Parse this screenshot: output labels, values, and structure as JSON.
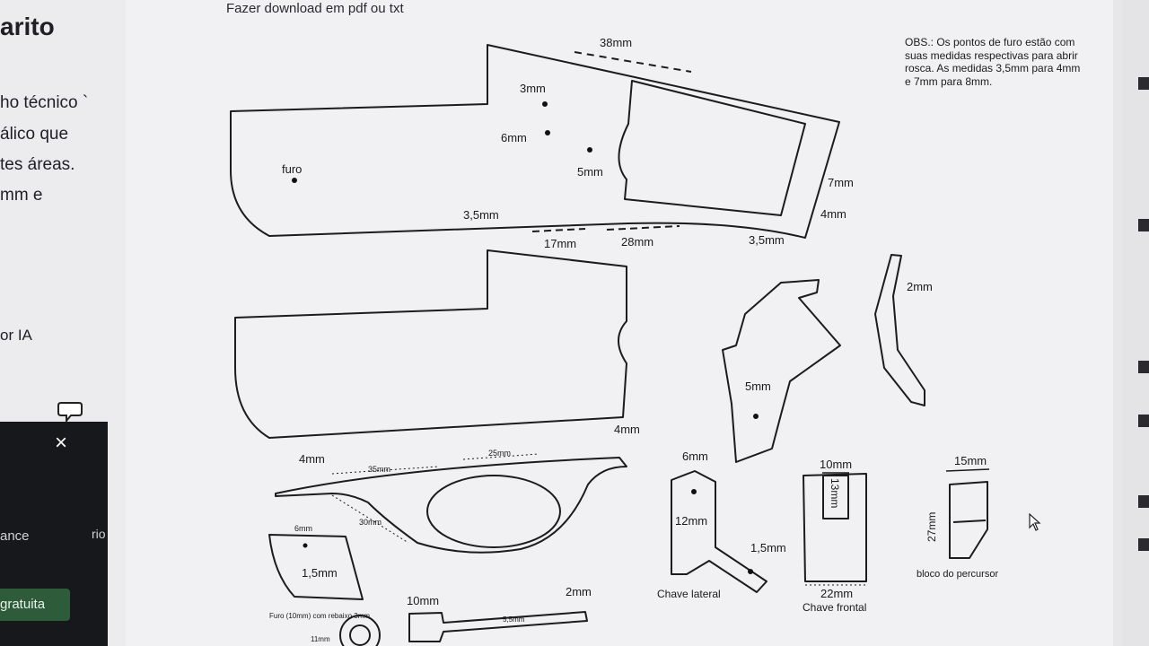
{
  "sidebar": {
    "title": "arito",
    "lines": [
      "ho técnico `",
      "álico que",
      "tes áreas.",
      "mm e"
    ],
    "ia_text": "or IA"
  },
  "popup": {
    "close": "×",
    "text1": "ance",
    "text2": "rio",
    "button": "gratuita"
  },
  "document": {
    "header": "Fazer download em pdf ou txt",
    "obs": "OBS.: Os pontos de furo estão com suas medidas respectivas para abrir rosca. As medidas 3,5mm para 4mm e 7mm para 8mm."
  },
  "labels": {
    "m38": "38mm",
    "m3": "3mm",
    "m6": "6mm",
    "m5": "5mm",
    "furo": "furo",
    "m7": "7mm",
    "m4": "4mm",
    "m35a": "3,5mm",
    "m17": "17mm",
    "m28": "28mm",
    "m35b": "3,5mm",
    "m2": "2mm",
    "m5b": "5mm",
    "m4a": "4mm",
    "m4b": "4mm",
    "m35small": "35mm",
    "m25small": "25mm",
    "m30small": "30mm",
    "m6small": "6mm",
    "m15a": "1,5mm",
    "m6c": "6mm",
    "m12": "12mm",
    "m15b": "1,5mm",
    "chave_lateral": "Chave lateral",
    "m10": "10mm",
    "m13": "13mm",
    "m22": "22mm",
    "chave_frontal": "Chave frontal",
    "m15c": "15mm",
    "m27": "27mm",
    "bloco": "bloco do percursor",
    "furo_note": "Furo (10mm) com rebaixo 3mm",
    "m11": "11mm",
    "m10b": "10mm",
    "m2b": "2mm",
    "m55": "5,5mm"
  },
  "colors": {
    "background": "#e7e6e9",
    "page": "#f1f1f4",
    "popup": "#16181b",
    "button": "#2e5b3a"
  }
}
